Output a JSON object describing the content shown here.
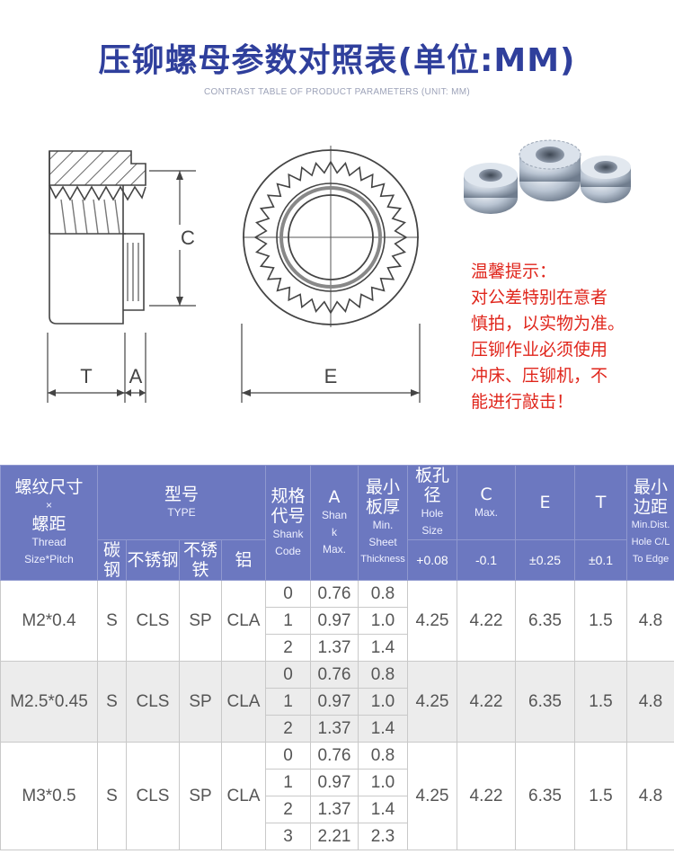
{
  "header": {
    "title": "压铆螺母参数对照表(单位:MM)",
    "subtitle": "CONTRAST TABLE OF PRODUCT PARAMETERS (UNIT: MM)"
  },
  "drawing": {
    "labels": {
      "c": "C",
      "t": "T",
      "a": "A",
      "e": "E"
    }
  },
  "notice": {
    "lines": [
      "温馨提示：",
      "对公差特别在意者",
      "慎拍，以实物为准。",
      "压铆作业必须使用",
      "冲床、压铆机，不",
      "能进行敲击！"
    ]
  },
  "table": {
    "headers": {
      "thread": {
        "zh1": "螺纹尺寸",
        "x": "×",
        "zh2": "螺距",
        "en1": "Thread",
        "en2": "Size*Pitch"
      },
      "type": {
        "zh": "型号",
        "en": "TYPE"
      },
      "type_sub": {
        "carbon": "碳钢",
        "stainless_steel": "不锈钢",
        "stainless_iron": "不锈铁",
        "aluminum": "铝"
      },
      "code": {
        "zh": "规格代号",
        "en1": "Shank",
        "en2": "Code"
      },
      "a": {
        "label": "A",
        "en1": "Shan",
        "en2": "k",
        "en3": "Max."
      },
      "thickness": {
        "zh": "最小板厚",
        "en1": "Min.",
        "en2": "Sheet",
        "en3": "Thickness"
      },
      "hole": {
        "zh": "板孔径",
        "en1": "Hole",
        "en2": "Size",
        "tol": "+0.08"
      },
      "c": {
        "label": "C",
        "en": "Max.",
        "tol": "-0.1"
      },
      "e": {
        "label": "E",
        "tol": "±0.25"
      },
      "t": {
        "label": "T",
        "tol": "±0.1"
      },
      "dist": {
        "zh": "最小边距",
        "en1": "Min.Dist.",
        "en2": "Hole C/L",
        "en3": "To Edge"
      }
    },
    "groups": [
      {
        "thread": "M2*0.4",
        "carbon": "S",
        "stainless_steel": "CLS",
        "stainless_iron": "SP",
        "aluminum": "CLA",
        "hole": "4.25",
        "c": "4.22",
        "e": "6.35",
        "t": "1.5",
        "dist": "4.8",
        "rows": [
          {
            "code": "0",
            "a": "0.76",
            "thickness": "0.8"
          },
          {
            "code": "1",
            "a": "0.97",
            "thickness": "1.0"
          },
          {
            "code": "2",
            "a": "1.37",
            "thickness": "1.4"
          }
        ]
      },
      {
        "thread": "M2.5*0.45",
        "carbon": "S",
        "stainless_steel": "CLS",
        "stainless_iron": "SP",
        "aluminum": "CLA",
        "hole": "4.25",
        "c": "4.22",
        "e": "6.35",
        "t": "1.5",
        "dist": "4.8",
        "rows": [
          {
            "code": "0",
            "a": "0.76",
            "thickness": "0.8"
          },
          {
            "code": "1",
            "a": "0.97",
            "thickness": "1.0"
          },
          {
            "code": "2",
            "a": "1.37",
            "thickness": "1.4"
          }
        ]
      },
      {
        "thread": "M3*0.5",
        "carbon": "S",
        "stainless_steel": "CLS",
        "stainless_iron": "SP",
        "aluminum": "CLA",
        "hole": "4.25",
        "c": "4.22",
        "e": "6.35",
        "t": "1.5",
        "dist": "4.8",
        "rows": [
          {
            "code": "0",
            "a": "0.76",
            "thickness": "0.8"
          },
          {
            "code": "1",
            "a": "0.97",
            "thickness": "1.0"
          },
          {
            "code": "2",
            "a": "1.37",
            "thickness": "1.4"
          },
          {
            "code": "3",
            "a": "2.21",
            "thickness": "2.3"
          }
        ]
      }
    ]
  }
}
